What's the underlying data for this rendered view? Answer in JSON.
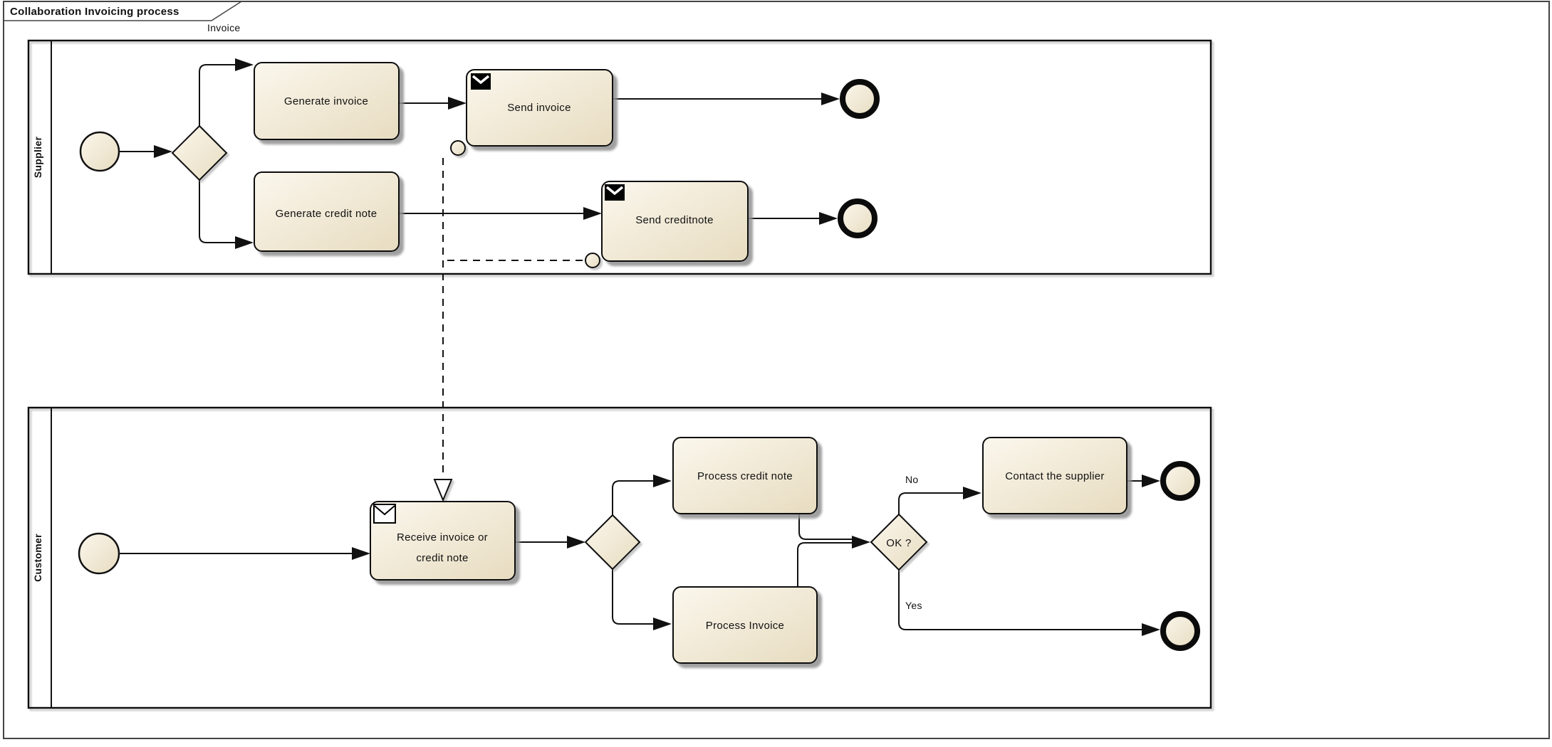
{
  "frame": {
    "title": "Collaboration Invoicing process",
    "process_label": "Invoice"
  },
  "pools": {
    "supplier": {
      "label": "Supplier"
    },
    "customer": {
      "label": "Customer"
    }
  },
  "supplier": {
    "tasks": {
      "generate_invoice": {
        "label": "Generate invoice"
      },
      "send_invoice": {
        "label": "Send invoice",
        "icon": "message-send-icon"
      },
      "generate_credit_note": {
        "label": "Generate credit note"
      },
      "send_creditnote": {
        "label": "Send creditnote",
        "icon": "message-send-icon"
      }
    },
    "events": {
      "start": "start-event",
      "end_invoice": "end-event",
      "end_creditnote": "end-event"
    }
  },
  "customer": {
    "tasks": {
      "receive_invoice_or_credit_note": {
        "lines": [
          "Receive invoice or",
          "credit note"
        ],
        "icon": "message-receive-icon"
      },
      "process_credit_note": {
        "label": "Process credit note"
      },
      "process_invoice": {
        "label": "Process Invoice"
      },
      "contact_the_supplier": {
        "label": "Contact the supplier"
      }
    },
    "gateways": {
      "ok": {
        "label": "OK ?"
      }
    },
    "flow_labels": {
      "no": "No",
      "yes": "Yes"
    }
  },
  "colors": {
    "shape_fill_light": "#FBF7ED",
    "shape_fill_dark": "#E7DCC0",
    "stroke": "#000000",
    "shadow": "#8f8f8f",
    "frame_border": "#444444"
  }
}
